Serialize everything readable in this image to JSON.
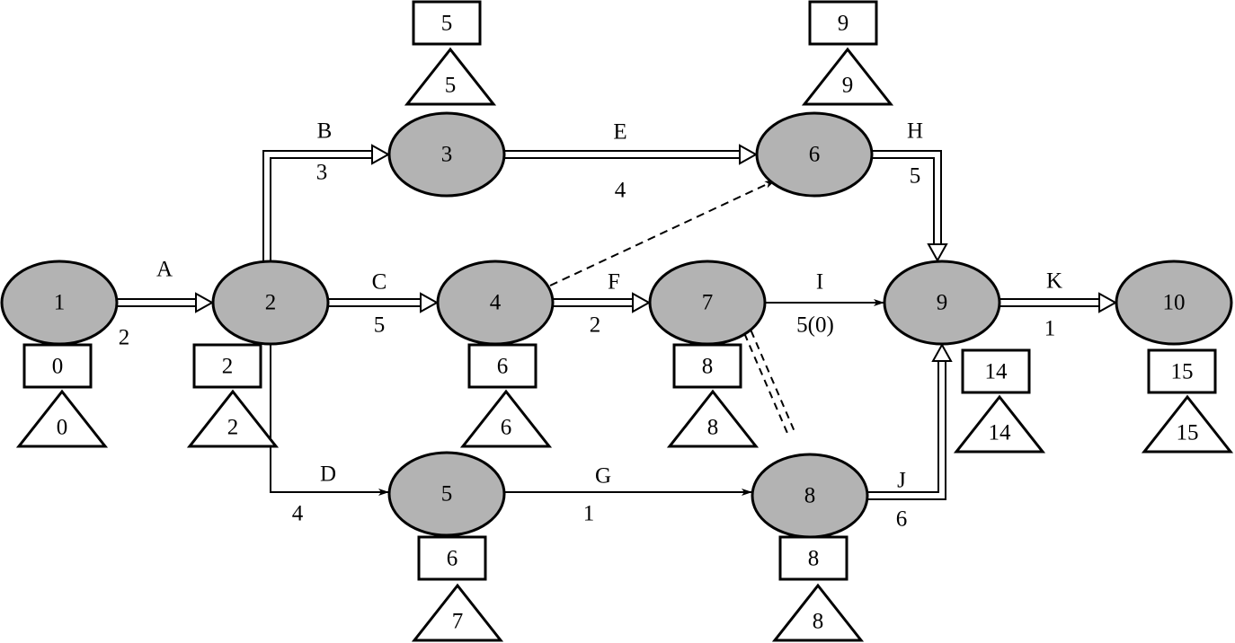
{
  "colors": {
    "node_fill": "#b3b3b3",
    "stroke": "#000000",
    "background": "#ffffff"
  },
  "nodes": [
    {
      "id": "1",
      "label": "1",
      "early": "0",
      "late": "0"
    },
    {
      "id": "2",
      "label": "2",
      "early": "2",
      "late": "2"
    },
    {
      "id": "3",
      "label": "3",
      "early": "5",
      "late": "5"
    },
    {
      "id": "4",
      "label": "4",
      "early": "6",
      "late": "6"
    },
    {
      "id": "5",
      "label": "5",
      "early": "6",
      "late": "7"
    },
    {
      "id": "6",
      "label": "6",
      "early": "9",
      "late": "9"
    },
    {
      "id": "7",
      "label": "7",
      "early": "8",
      "late": "8"
    },
    {
      "id": "8",
      "label": "8",
      "early": "8",
      "late": "8"
    },
    {
      "id": "9",
      "label": "9",
      "early": "14",
      "late": "14"
    },
    {
      "id": "10",
      "label": "10",
      "early": "15",
      "late": "15"
    }
  ],
  "edges": [
    {
      "from": "1",
      "to": "2",
      "name": "A",
      "duration": "2",
      "style": "critical"
    },
    {
      "from": "2",
      "to": "3",
      "name": "B",
      "duration": "3",
      "style": "critical"
    },
    {
      "from": "2",
      "to": "4",
      "name": "C",
      "duration": "5",
      "style": "critical"
    },
    {
      "from": "2",
      "to": "5",
      "name": "D",
      "duration": "4",
      "style": "normal"
    },
    {
      "from": "3",
      "to": "6",
      "name": "E",
      "duration": "4",
      "style": "critical"
    },
    {
      "from": "4",
      "to": "7",
      "name": "F",
      "duration": "2",
      "style": "critical"
    },
    {
      "from": "5",
      "to": "8",
      "name": "G",
      "duration": "1",
      "style": "normal"
    },
    {
      "from": "6",
      "to": "9",
      "name": "H",
      "duration": "5",
      "style": "critical"
    },
    {
      "from": "7",
      "to": "9",
      "name": "I",
      "duration": "5(0)",
      "style": "normal"
    },
    {
      "from": "8",
      "to": "9",
      "name": "J",
      "duration": "6",
      "style": "critical"
    },
    {
      "from": "9",
      "to": "10",
      "name": "K",
      "duration": "1",
      "style": "critical"
    },
    {
      "from": "4",
      "to": "6",
      "name": "",
      "duration": "",
      "style": "dummy"
    },
    {
      "from": "7",
      "to": "8",
      "name": "",
      "duration": "",
      "style": "dummy-critical"
    }
  ]
}
